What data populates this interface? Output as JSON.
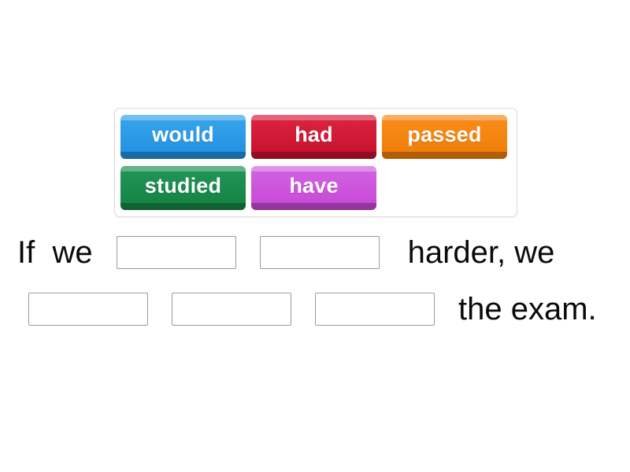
{
  "word_bank": {
    "tiles": [
      {
        "label": "would",
        "color": "#1e8fe0",
        "color_name": "blue"
      },
      {
        "label": "had",
        "color": "#c3102c",
        "color_name": "red"
      },
      {
        "label": "passed",
        "color": "#ef7d06",
        "color_name": "orange"
      },
      {
        "label": "studied",
        "color": "#13823f",
        "color_name": "green"
      },
      {
        "label": "have",
        "color": "#c746d6",
        "color_name": "magenta"
      }
    ]
  },
  "sentence": {
    "full_text": "If we ____ ____ harder, we ____ ____ ____ the exam.",
    "line1": {
      "lead_text": "If  we",
      "trail_text": "harder, we",
      "blanks": 2
    },
    "line2": {
      "trail_text": "the exam.",
      "blanks": 3
    }
  },
  "colors": {
    "background": "#ffffff",
    "text": "#0a0a0a",
    "blank_border": "#9b9b9b",
    "bank_border": "#dcdcdc"
  }
}
